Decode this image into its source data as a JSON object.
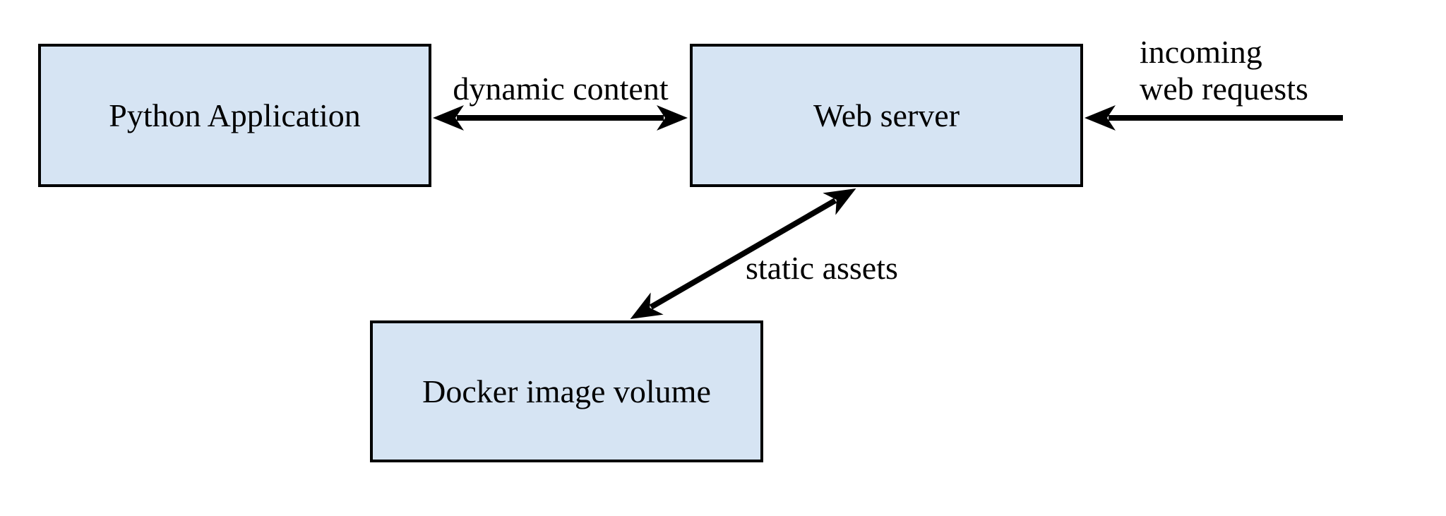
{
  "diagram": {
    "title": "web app static assets architecture",
    "colors": {
      "node_fill": "#d6e4f3",
      "node_border": "#000000",
      "arrow": "#000000",
      "text": "#000000",
      "background": "#ffffff"
    },
    "nodes": [
      {
        "id": "python-application",
        "label": "Python Application"
      },
      {
        "id": "web-server",
        "label": "Web server"
      },
      {
        "id": "docker-image-volume",
        "label": "Docker image volume"
      }
    ],
    "edges": [
      {
        "id": "dynamic-content",
        "label": "dynamic content",
        "from": "python-application",
        "to": "web-server",
        "direction": "bidirectional"
      },
      {
        "id": "incoming-web-requests",
        "label": "incoming\nweb requests",
        "from": "outside-right",
        "to": "web-server",
        "direction": "one-way"
      },
      {
        "id": "static-assets",
        "label": "static assets",
        "from": "web-server",
        "to": "docker-image-volume",
        "direction": "bidirectional"
      }
    ]
  }
}
